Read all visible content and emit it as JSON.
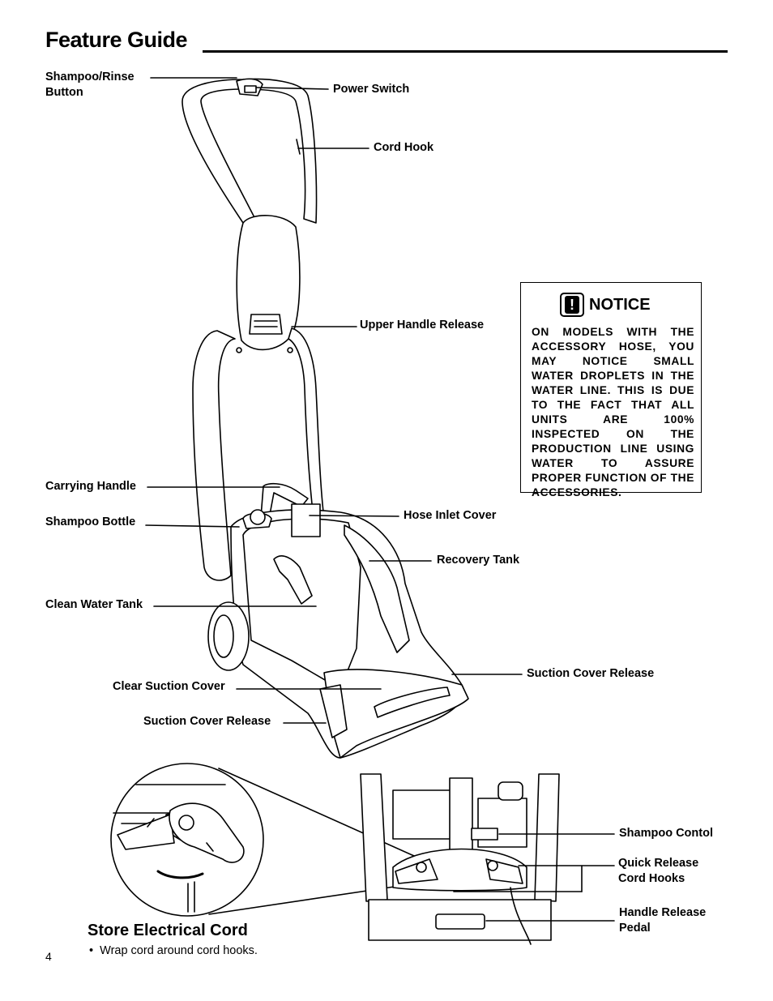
{
  "page": {
    "title": "Feature Guide",
    "page_number": "4"
  },
  "labels": {
    "shampoo_rinse_button": "Shampoo/Rinse Button",
    "power_switch": "Power Switch",
    "cord_hook": "Cord Hook",
    "upper_handle_release": "Upper Handle Release",
    "carrying_handle": "Carrying Handle",
    "shampoo_bottle": "Shampoo Bottle",
    "hose_inlet_cover": "Hose Inlet Cover",
    "recovery_tank": "Recovery Tank",
    "clean_water_tank": "Clean Water Tank",
    "suction_cover_release_right": "Suction Cover Release",
    "clear_suction_cover": "Clear Suction Cover",
    "suction_cover_release_left": "Suction Cover Release",
    "shampoo_control": "Shampoo Contol",
    "quick_release_cord_hooks": "Quick Release Cord Hooks",
    "handle_release_pedal": "Handle Release Pedal"
  },
  "notice": {
    "title": "NOTICE",
    "icon": "exclamation-icon",
    "body": "ON MODELS WITH THE ACCESSORY HOSE, YOU MAY NOTICE SMALL WATER DROPLETS IN THE WATER LINE. THIS IS DUE TO THE FACT THAT ALL UNITS ARE 100% INSPECTED ON THE PRODUCTION LINE USING WATER TO ASSURE PROPER FUNCTION OF THE ACCESSORIES."
  },
  "store_cord": {
    "title": "Store Electrical Cord",
    "bullet": "Wrap cord around cord hooks."
  }
}
